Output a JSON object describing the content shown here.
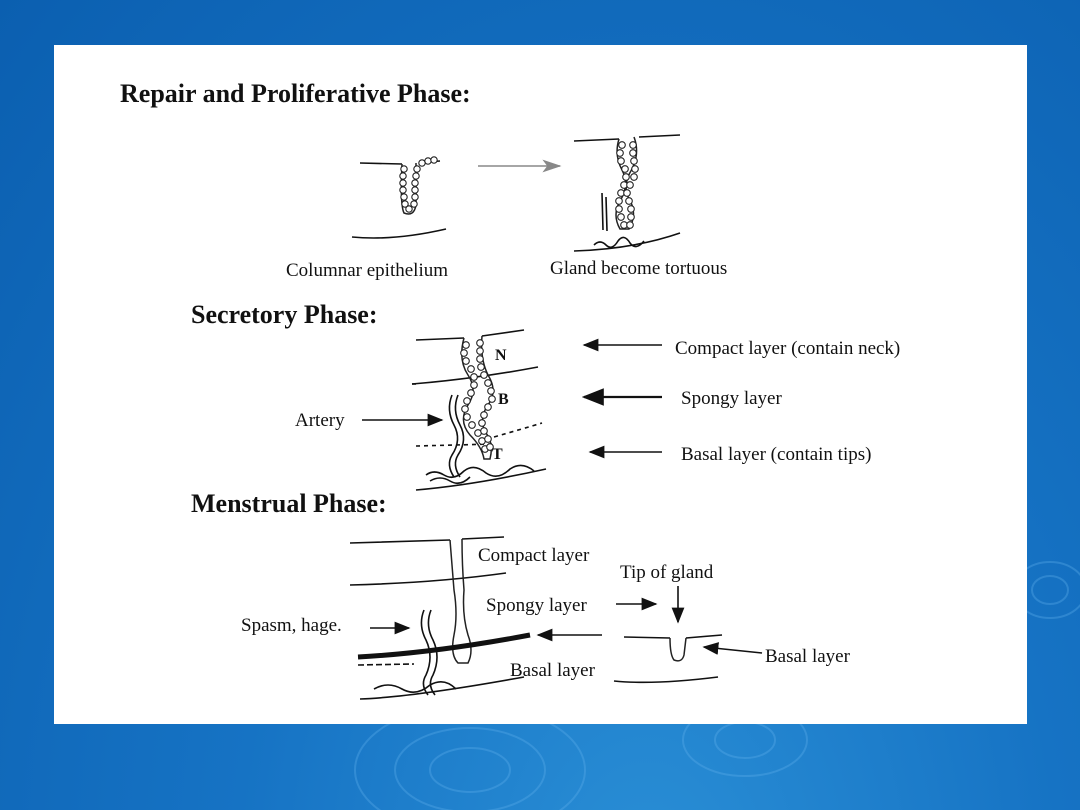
{
  "colors": {
    "background": "#1673c4",
    "card": "#ffffff",
    "ink": "#111111"
  },
  "headings": {
    "repair": "Repair and Proliferative Phase:",
    "secretory": "Secretory Phase:",
    "menstrual": "Menstrual Phase:"
  },
  "repair": {
    "label_left": "Columnar epithelium",
    "label_right": "Gland become tortuous"
  },
  "secretory": {
    "letter_n": "N",
    "letter_b": "B",
    "letter_t": "T",
    "artery": "Artery",
    "compact": "Compact layer (contain neck)",
    "spongy": "Spongy layer",
    "basal": "Basal layer (contain tips)"
  },
  "menstrual": {
    "compact": "Compact layer",
    "tip": "Tip of gland",
    "spongy": "Spongy layer",
    "spasm": "Spasm, hage.",
    "basal_left": "Basal layer",
    "basal_right": "Basal layer"
  }
}
